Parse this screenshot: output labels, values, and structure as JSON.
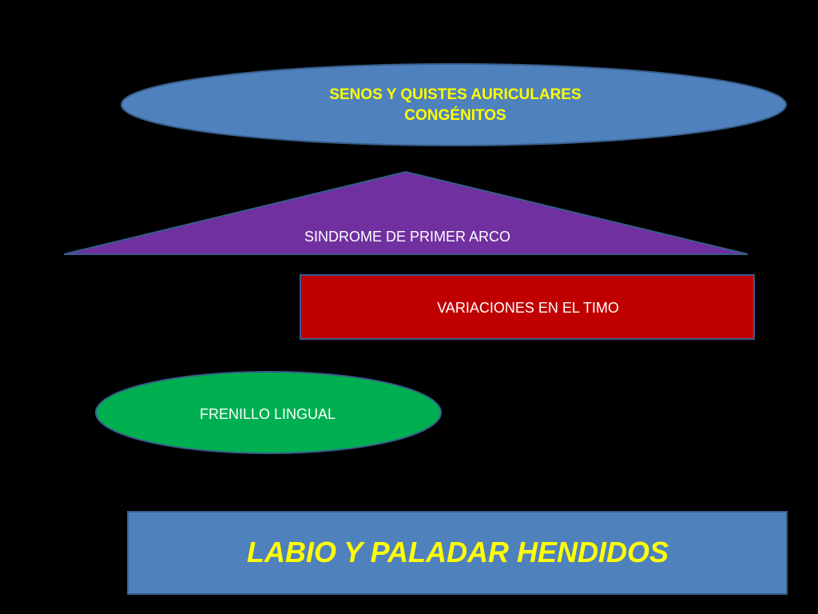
{
  "nodes": {
    "ear_sinuses": {
      "text": "SENOS Y QUISTES AURICULARES\nCONGÉNITOS",
      "fill": "#4F81BD",
      "text_color": "#FFFF00"
    },
    "first_arch": {
      "text": "SINDROME DE PRIMER ARCO",
      "fill": "#7030A0",
      "text_color": "#FFFFFF"
    },
    "thymus": {
      "text": "VARIACIONES EN EL TIMO",
      "fill": "#C00000",
      "text_color": "#FFFFFF"
    },
    "frenulum": {
      "text": "FRENILLO LINGUAL",
      "fill": "#00B050",
      "text_color": "#FFFFFF"
    },
    "cleft": {
      "text": "LABIO Y PALADAR HENDIDOS",
      "fill": "#4F81BD",
      "text_color": "#FFFF00"
    }
  }
}
